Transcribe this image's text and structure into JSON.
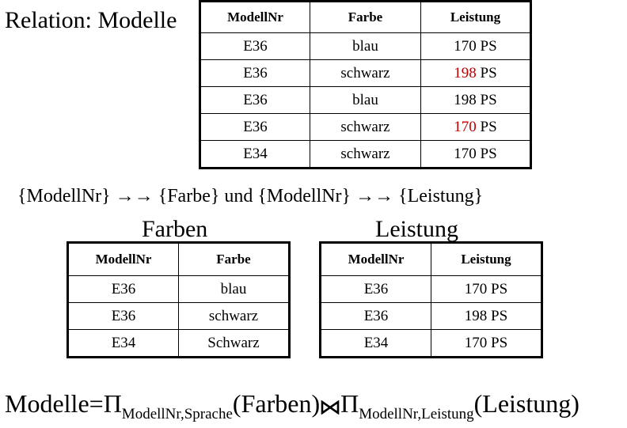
{
  "relation_label": "Relation: Modelle",
  "modelle": {
    "headers": [
      "ModellNr",
      "Farbe",
      "Leistung"
    ],
    "rows": [
      {
        "nr": "E36",
        "farbe": "blau",
        "ps_value": "170",
        "ps_unit": "PS",
        "highlight": false
      },
      {
        "nr": "E36",
        "farbe": "schwarz",
        "ps_value": "198",
        "ps_unit": "PS",
        "highlight": true
      },
      {
        "nr": "E36",
        "farbe": "blau",
        "ps_value": "198",
        "ps_unit": "PS",
        "highlight": false
      },
      {
        "nr": "E36",
        "farbe": "schwarz",
        "ps_value": "170",
        "ps_unit": "PS",
        "highlight": true
      },
      {
        "nr": "E34",
        "farbe": "schwarz",
        "ps_value": "170",
        "ps_unit": "PS",
        "highlight": false
      }
    ]
  },
  "mvd_statement": "{ModellNr} →→ {Farbe} und {ModellNr} →→ {Leistung}",
  "farben": {
    "caption": "Farben",
    "headers": [
      "ModellNr",
      "Farbe"
    ],
    "rows": [
      [
        "E36",
        "blau"
      ],
      [
        "E36",
        "schwarz"
      ],
      [
        "E34",
        "Schwarz"
      ]
    ]
  },
  "leistung": {
    "caption": "Leistung",
    "headers": [
      "ModellNr",
      "Leistung"
    ],
    "rows": [
      [
        "E36",
        "170 PS"
      ],
      [
        "E36",
        "198 PS"
      ],
      [
        "E34",
        "170 PS"
      ]
    ]
  },
  "formula": {
    "lhs": "Modelle=",
    "pi": "Π",
    "sub1": "ModellNr,Sprache",
    "arg1": "(Farben)",
    "sub2": "ModellNr,Leistung",
    "arg2": "(Leistung)"
  },
  "colors": {
    "highlight": "#c00000",
    "text": "#000000"
  }
}
